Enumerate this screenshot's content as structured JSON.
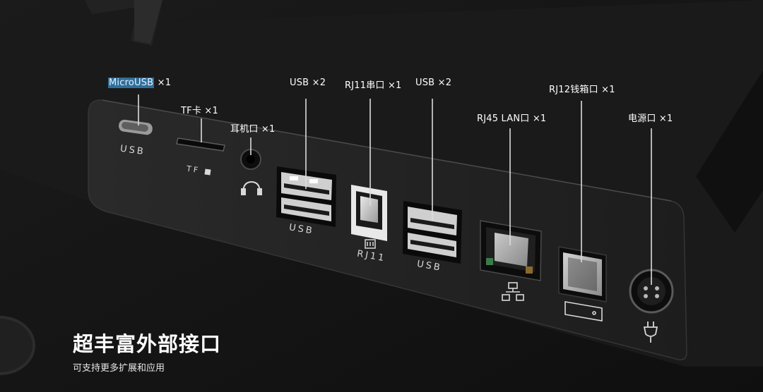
{
  "callouts": {
    "microusb_name": "MicroUSB",
    "microusb_count": " ×1",
    "tf": "TF卡 ×1",
    "earphone": "耳机口 ×1",
    "usb1": "USB ×2",
    "rj11": "RJ11串口 ×1",
    "usb2": "USB ×2",
    "rj45": "RJ45 LAN口 ×1",
    "rj12": "RJ12钱箱口 ×1",
    "power": "电源口 ×1"
  },
  "port_labels": {
    "micro_usb": "USB",
    "tf": "TF",
    "usb1": "USB",
    "rj11": "RJ11",
    "usb2": "USB"
  },
  "headline": "超丰富外部接口",
  "subtitle": "可支持更多扩展和应用",
  "icons": [
    "headphone-icon",
    "sd-card-icon",
    "rj11-icon",
    "network-icon",
    "cash-drawer-icon",
    "power-plug-icon"
  ],
  "colors": {
    "background": "#151515",
    "panel": "#262626",
    "text": "#ffffff",
    "highlight": "#2f6f9a"
  }
}
